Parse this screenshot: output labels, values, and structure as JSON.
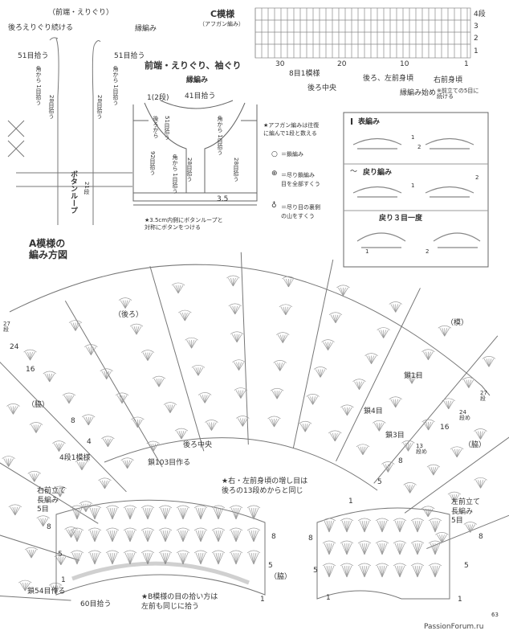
{
  "top_left": {
    "title": "（前端・えりぐり）",
    "back_neck": "後ろえりぐり続ける",
    "edge_label": "縁編み",
    "pick_left": "51目拾う",
    "pick_right": "51目拾う",
    "corner_left": "角から\n1目拾う",
    "corner_right": "角から\n1目拾う",
    "pick28_left": "28目拾う",
    "pick28_right": "28目拾う",
    "button_loop": "ボタンループ",
    "rows21": "21段"
  },
  "c_pattern": {
    "title": "C模様",
    "subtitle": "（アフガン編み）",
    "row_labels": [
      "4段",
      "3",
      "2",
      "1"
    ],
    "col_labels": [
      "30",
      "20",
      "10",
      "1"
    ],
    "one_pattern": "8目1模様",
    "center_back": "後ろ中央",
    "front_back_edge": "後ろ、左前身頃",
    "right_front": "右前身頃",
    "edge_start": "縁編み始め",
    "note": "※前立ての5目に\n続ける"
  },
  "edges_diagram": {
    "title": "前端・えりぐり、袖ぐり",
    "edge_label": "縁編み",
    "row1": "1(2段)",
    "pick41": "41目拾う",
    "pick51": "51目拾う",
    "back_from": "後ろから",
    "corner_back": "角から\n1目拾う",
    "pick28": "28目拾う",
    "pick92": "92目拾う",
    "corner": "角から\n1目拾う",
    "pick28b": "28目拾う",
    "dim35": "3.5",
    "note": "★3.5cm内側にボタンループと\n対称にボタンをつける"
  },
  "legend": {
    "star_note": "★アフガン編みは往復\nに編んで1段と数える",
    "chain": "＝鎖編み",
    "slip": "＝尽り鎖編み\n目を全部すくう",
    "back_pick": "＝尽り目の裏側\nの山をすくう"
  },
  "stitch_box": {
    "forward": "表編み",
    "return": "戻り編み",
    "return3": "戻り３目一度",
    "num1": "1",
    "num2": "2",
    "bar": "I",
    "tilde": "〜"
  },
  "a_pattern": {
    "title": "A模様の\n編み方図",
    "back": "（後ろ）",
    "mark": "（模）",
    "side_left": "（脇）",
    "side_right": "（脇）",
    "r27_left": "27\n段",
    "r24_left": "24",
    "r16_left": "16",
    "r8_left": "8",
    "r4_left": "4",
    "r27_right": "27\n段",
    "r24_right": "24\n段め",
    "r16_right": "16",
    "r13_right": "13\n段め",
    "r8_right": "8",
    "r5_right": "5",
    "r1_right": "1",
    "one_pattern": "4段1模様",
    "chain103": "鎖103目作る",
    "center_back": "後ろ中央",
    "chain1": "鎖1目",
    "chain4": "鎖4目",
    "chain3": "鎖3目"
  },
  "bottom": {
    "star_note": "★右・左前身頃の増し目は\n後ろの13段めからと同じ",
    "right_placket": "右前立て\n長編み\n5目",
    "left_placket": "左前立て\n長編み\n5目",
    "r8a": "8",
    "r5a": "5",
    "r1a": "1",
    "chain54": "鎖54目作る",
    "pick60": "60目拾う",
    "b_note": "★B模様の目の拾い方は\n左前も同じに拾う",
    "r8b": "8",
    "r5b": "5",
    "r1b": "1",
    "side": "（脇）",
    "r8c": "8",
    "r5c": "5",
    "r1c": "1",
    "r8d": "8",
    "r5d": "5",
    "r1d": "1"
  },
  "footer": {
    "site": "PassionForum.ru",
    "page": "63"
  }
}
